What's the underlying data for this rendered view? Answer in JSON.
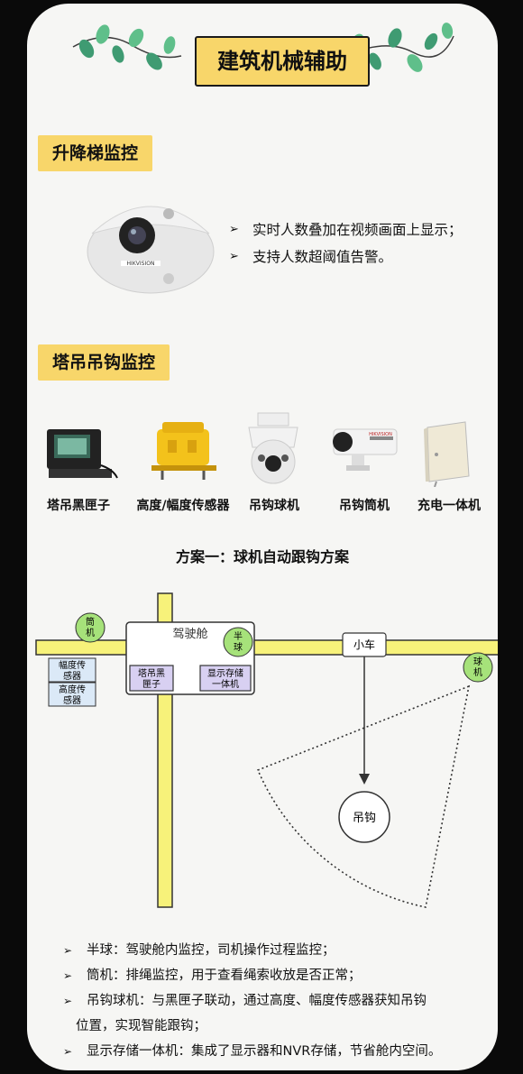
{
  "header": {
    "title": "建筑机械辅助"
  },
  "section1": {
    "title": "升降梯监控",
    "bullets": [
      "实时人数叠加在视频画面上显示；",
      "支持人数超阈值告警。"
    ],
    "camera_brand": "HIKVISION"
  },
  "section2": {
    "title": "塔吊吊钩监控",
    "devices": [
      {
        "label": "塔吊黑匣子",
        "icon": "black-box-device-icon"
      },
      {
        "label": "高度/幅度传感器",
        "icon": "sensor-device-icon"
      },
      {
        "label": "吊钩球机",
        "icon": "dome-camera-icon"
      },
      {
        "label": "吊钩筒机",
        "icon": "bullet-camera-icon"
      },
      {
        "label": "充电一体机",
        "icon": "charging-box-icon"
      }
    ],
    "brand_on_bullet_camera": "HIKVISION"
  },
  "scheme": {
    "title": "方案一：球机自动跟钩方案",
    "diagram": {
      "cylinder_label_1": "筒",
      "cylinder_label_2": "机",
      "cab_label": "驾驶舱",
      "half_dome_1": "半",
      "half_dome_2": "球",
      "trolley_label": "小车",
      "dome_1": "球",
      "dome_2": "机",
      "sensor_a_1": "幅度传",
      "sensor_a_2": "感器",
      "sensor_b_1": "高度传",
      "sensor_b_2": "感器",
      "blackbox_1": "塔吊黑",
      "blackbox_2": "匣子",
      "display_1": "显示存储",
      "display_2": "一体机",
      "hook_label": "吊钩"
    }
  },
  "notes": [
    {
      "text": "半球：驾驶舱内监控，司机操作过程监控；"
    },
    {
      "text": "筒机：排绳监控，用于查看绳索收放是否正常；"
    },
    {
      "text": "吊钩球机：与黑匣子联动，通过高度、幅度传感器获知吊钩",
      "cont": "位置，实现智能跟钩；"
    },
    {
      "text": "显示存储一体机：集成了显示器和NVR存储，节省舱内空间。"
    }
  ],
  "colors": {
    "accent_yellow": "#f8d66a",
    "arm_yellow": "#f7f27a",
    "box_purple": "#d8d0f2",
    "box_blue": "#dbe9f7",
    "green_dot": "#a6e27a",
    "leaf_green": "#3f9b72"
  }
}
